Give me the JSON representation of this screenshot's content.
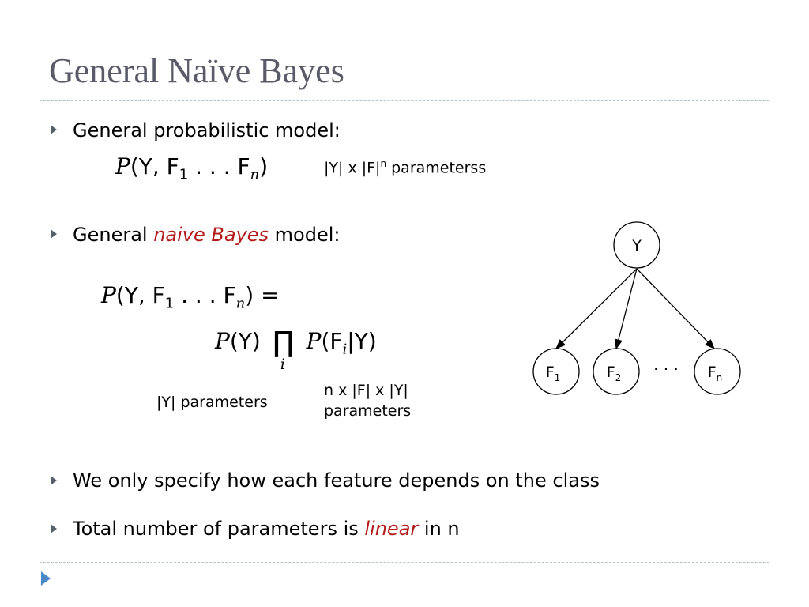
{
  "slide": {
    "title": "General Naïve Bayes",
    "bullets": [
      {
        "pre": "General probabilistic model:",
        "em": "",
        "post": ""
      },
      {
        "pre": "General ",
        "em": "naive Bayes",
        "post": " model:"
      },
      {
        "pre": "We only specify how each feature depends on the class",
        "em": "",
        "post": ""
      },
      {
        "pre": "Total number of parameters is ",
        "em": "linear",
        "post": " in n"
      }
    ],
    "formula_joint": {
      "p": "P",
      "open": "(Y, F",
      "sub1": "1",
      "dots": " . . . F",
      "subn": "n",
      "close": ")"
    },
    "formula_nb_line1": {
      "p": "P",
      "open": "(Y, F",
      "sub1": "1",
      "dots": " . . . F",
      "subn": "n",
      "close": ") ="
    },
    "formula_nb_line2": {
      "p1": "P",
      "py": "(Y)",
      "prod": "∏",
      "prod_index": "i",
      "p2": "P",
      "pf": "(F",
      "subi": "i",
      "cond": "|Y)"
    },
    "joint_params": {
      "text": "|Y| x |F|",
      "sup": "n",
      "tail": " parameterss"
    },
    "prior_params": "|Y| parameters",
    "cond_params": [
      "n x |F| x |Y|",
      "parameters"
    ],
    "diagram": {
      "root": "Y",
      "leaves": [
        {
          "base": "F",
          "sub": "1"
        },
        {
          "base": "F",
          "sub": "2"
        },
        {
          "base": "F",
          "sub": "n"
        }
      ],
      "ellipsis": "· · ·"
    }
  },
  "colors": {
    "title": "#5a5a68",
    "emphasis": "#b31b1b",
    "rule": "#b9c3cc",
    "bullet": "#56606a",
    "footer_arrow": "#4a88c8"
  },
  "icons": {
    "bullet": "triangle-right-icon",
    "footer": "play-arrow-icon"
  }
}
